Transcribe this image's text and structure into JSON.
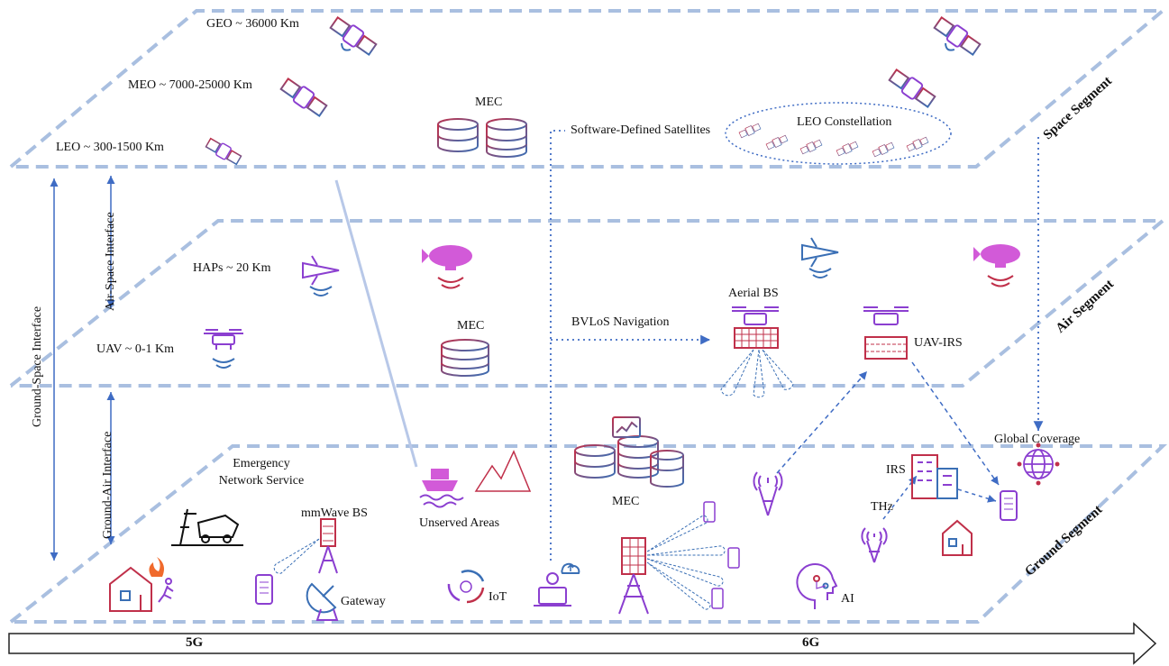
{
  "orbits": {
    "geo": "GEO ~ 36000 Km",
    "meo": "MEO ~ 7000-25000 Km",
    "leo": "LEO ~ 300-1500 Km"
  },
  "air": {
    "haps": "HAPs ~ 20 Km",
    "uav": "UAV ~ 0-1 Km"
  },
  "interfaces": {
    "air_space": "Air-Space Interface",
    "ground_space": "Ground-Space Interface",
    "ground_air": "Ground-Air Interface"
  },
  "segments": {
    "space": "Space Segment",
    "air": "Air Segment",
    "ground": "Ground Segment"
  },
  "labels": {
    "mec_space": "MEC",
    "mec_air": "MEC",
    "mec_ground": "MEC",
    "sds": "Software-Defined Satellites",
    "leo_constellation": "LEO Constellation",
    "bvlos": "BVLoS Navigation",
    "aerial_bs": "Aerial BS",
    "uav_irs": "UAV-IRS",
    "global_coverage": "Global Coverage",
    "emergency": "Emergency\nNetwork Service",
    "mmwave_bs": "mmWave BS",
    "unserved": "Unserved Areas",
    "gateway": "Gateway",
    "iot": "IoT",
    "irs": "IRS",
    "thz": "THz",
    "ai": "AI"
  },
  "timeline": {
    "g5": "5G",
    "g6": "6G"
  },
  "colors": {
    "plane_dash": "#a9bfe0",
    "link_blue": "#3f6cc4",
    "icon_purple": "#8b3fd0",
    "icon_red": "#c0304a",
    "icon_blue": "#3a6fb5",
    "icon_magenta": "#d25ad8"
  }
}
